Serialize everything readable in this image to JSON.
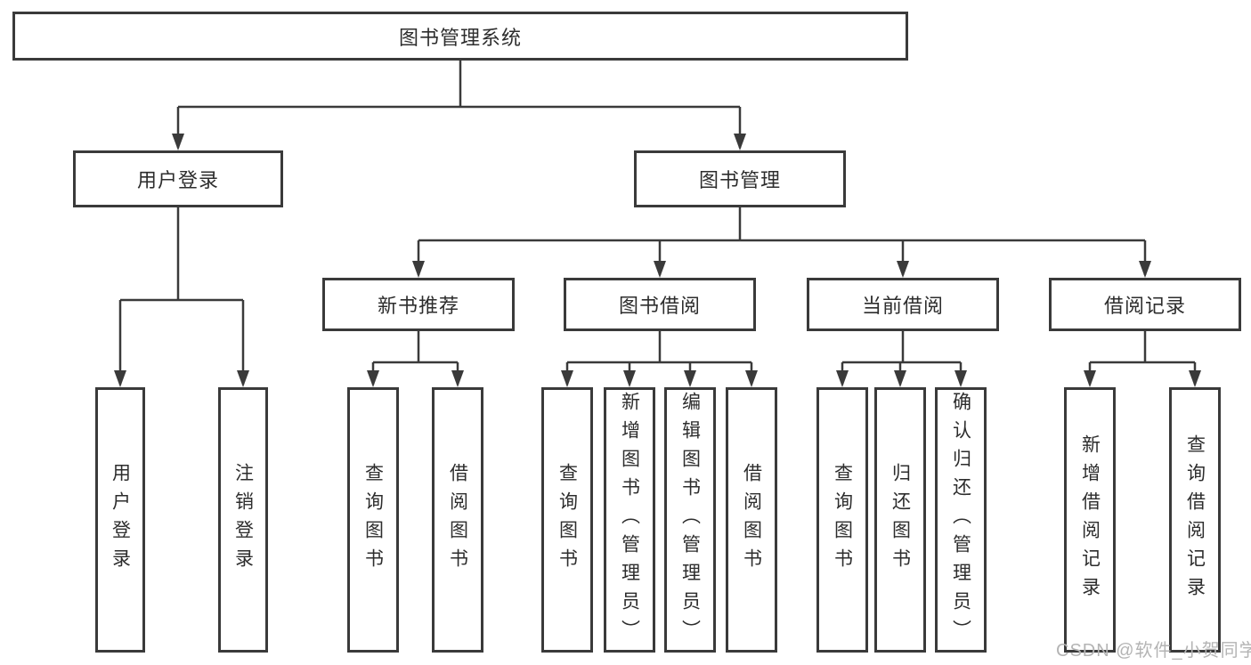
{
  "diagram": {
    "root": {
      "label": "图书管理系统"
    },
    "branches": [
      {
        "label": "用户登录",
        "children": [
          {
            "label": "用户登录"
          },
          {
            "label": "注销登录"
          }
        ]
      },
      {
        "label": "图书管理",
        "children": [
          {
            "label": "新书推荐",
            "children": [
              {
                "label": "查询图书"
              },
              {
                "label": "借阅图书"
              }
            ]
          },
          {
            "label": "图书借阅",
            "children": [
              {
                "label": "查询图书"
              },
              {
                "label": "新增图书（管理员）"
              },
              {
                "label": "编辑图书（管理员）"
              },
              {
                "label": "借阅图书"
              }
            ]
          },
          {
            "label": "当前借阅",
            "children": [
              {
                "label": "查询图书"
              },
              {
                "label": "归还图书"
              },
              {
                "label": "确认归还（管理员）"
              }
            ]
          },
          {
            "label": "借阅记录",
            "children": [
              {
                "label": "新增借阅记录"
              },
              {
                "label": "查询借阅记录"
              }
            ]
          }
        ]
      }
    ]
  },
  "watermark": {
    "text": "CSDN @软件_小贺同学"
  },
  "colors": {
    "line": "#3a3a3a",
    "box_border": "#3a3a3a",
    "text": "#2d2d2d",
    "background": "#ffffff",
    "watermark_text": "#b4b4b4"
  }
}
